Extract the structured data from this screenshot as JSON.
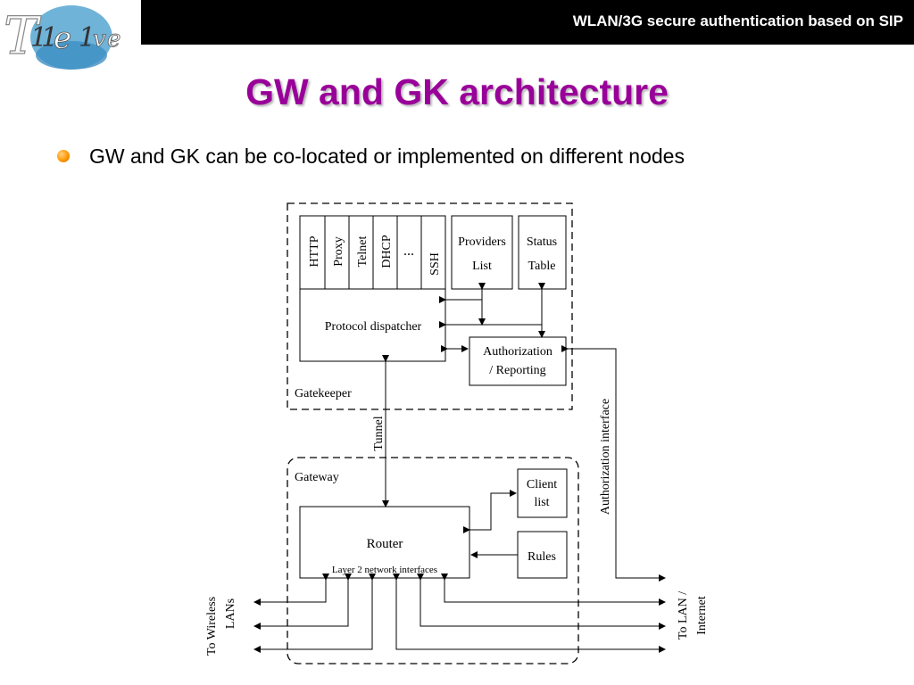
{
  "header": {
    "title": "WLAN/3G secure authentication based on SIP"
  },
  "logo": {
    "name": "Twelve logo",
    "text": "TWELVE"
  },
  "slide": {
    "title": "GW and GK architecture",
    "bullets": [
      "GW and GK can be co-located or implemented on different nodes"
    ]
  },
  "colors": {
    "title": "#990099",
    "bullet": "#ff9900",
    "bar": "#000000"
  },
  "diagram": {
    "gatekeeper_label": "Gatekeeper",
    "gateway_label": "Gateway",
    "protocols": [
      "HTTP",
      "Proxy",
      "Telnet",
      "DHCP",
      "...",
      "SSH"
    ],
    "providers_list": [
      "Providers",
      "List"
    ],
    "status_table": [
      "Status",
      "Table"
    ],
    "protocol_dispatcher": "Protocol dispatcher",
    "authorization_reporting": [
      "Authorization",
      "/ Reporting"
    ],
    "tunnel": "Tunnel",
    "authorization_interface": "Authorization interface",
    "client_list": [
      "Client",
      "list"
    ],
    "router": "Router",
    "layer2": "Layer 2 network interfaces",
    "rules": "Rules",
    "to_wireless": [
      "To Wireless",
      "LANs"
    ],
    "to_lan": [
      "To LAN /",
      "Internet"
    ]
  }
}
